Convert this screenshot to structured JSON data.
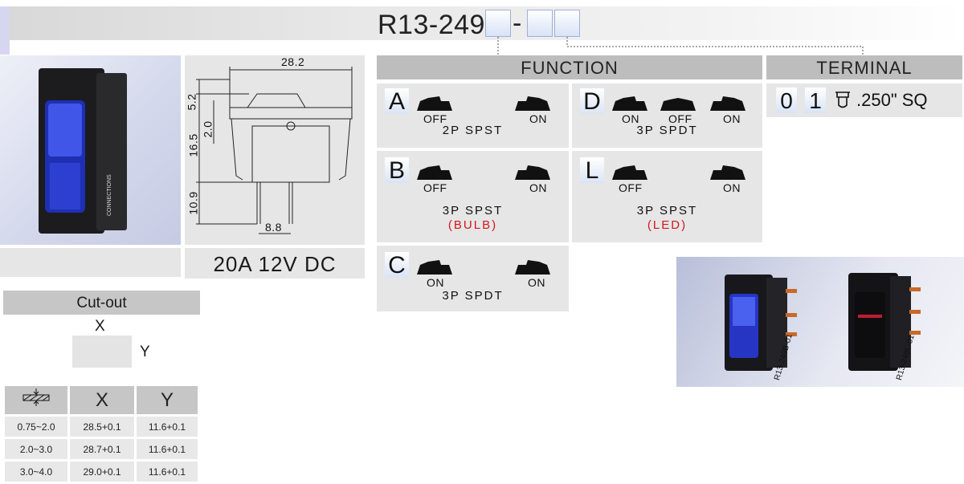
{
  "header": {
    "part_number": "R13-249",
    "separator": "-"
  },
  "sections": {
    "function": "FUNCTION",
    "terminal": "TERMINAL"
  },
  "rating": "20A 12V DC",
  "dimensions": {
    "width": "28.2",
    "top": "5.2",
    "body": "16.5",
    "gap": "2.0",
    "pins": "10.9",
    "pitch": "8.8"
  },
  "functions": {
    "A": {
      "letter": "A",
      "left_label": "OFF",
      "right_label": "ON",
      "name": "2P SPST"
    },
    "B": {
      "letter": "B",
      "left_label": "OFF",
      "right_label": "ON",
      "name": "3P SPST",
      "note": "(BULB)"
    },
    "C": {
      "letter": "C",
      "left_label": "ON",
      "right_label": "ON",
      "name": "3P SPDT"
    },
    "D": {
      "letter": "D",
      "left_label": "ON",
      "mid_label": "OFF",
      "right_label": "ON",
      "name": "3P SPDT"
    },
    "L": {
      "letter": "L",
      "left_label": "OFF",
      "right_label": "ON",
      "name": "3P SPST",
      "note": "(LED)"
    }
  },
  "terminal": {
    "digit1": "0",
    "digit2": "1",
    "label": ".250\" SQ"
  },
  "cutout": {
    "title": "Cut-out",
    "x": "X",
    "y": "Y"
  },
  "cut_table": {
    "headers": [
      "X",
      "Y"
    ],
    "rows": [
      [
        "0.75~2.0",
        "28.5+0.1",
        "11.6+0.1"
      ],
      [
        "2.0~3.0",
        "28.7+0.1",
        "11.6+0.1"
      ],
      [
        "3.0~4.0",
        "29.0+0.1",
        "11.6+0.1"
      ]
    ]
  },
  "photo_labels": {
    "blue": "R13-249B-01",
    "black": "R13-249L-01"
  },
  "colors": {
    "accent_red": "#d4161c",
    "section_grey": "#bdbdbd",
    "cell_grey": "#e6e6e6"
  }
}
